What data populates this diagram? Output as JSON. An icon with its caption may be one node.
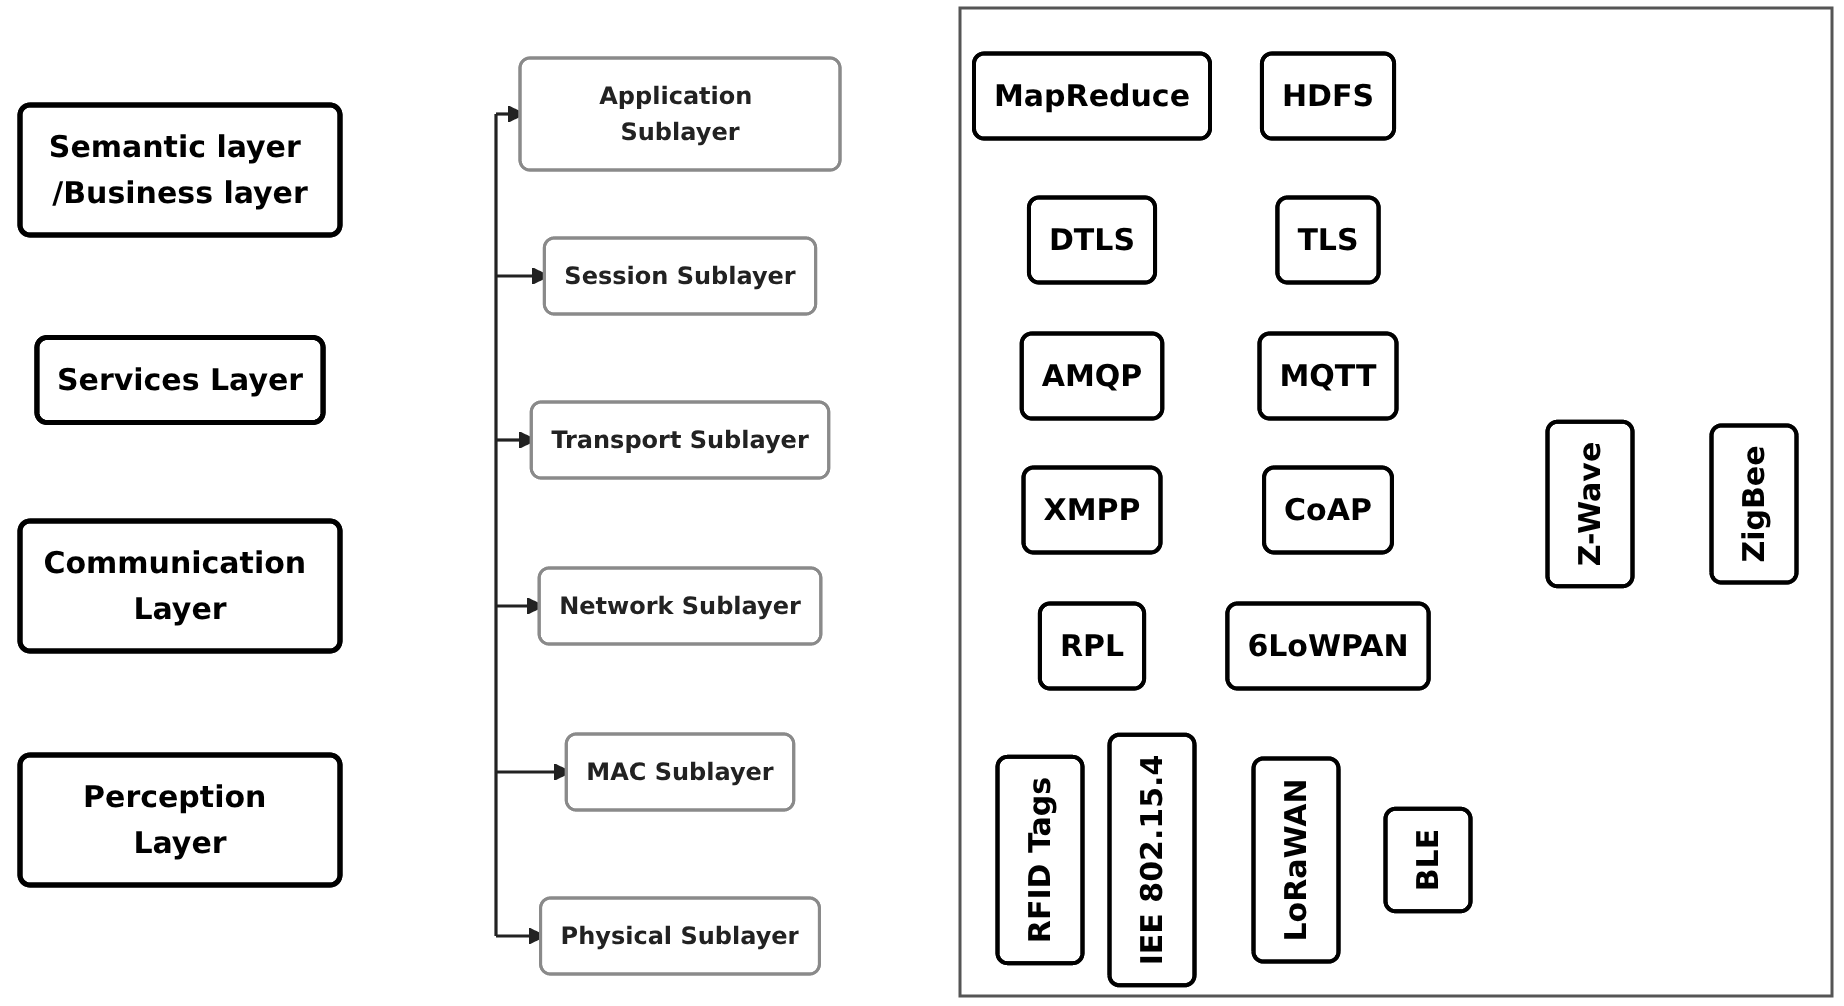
{
  "diagram": {
    "nodes": [
      {
        "text": [
          "Semantic layer /Business layer"
        ]
      },
      {
        "text": [
          "Services Layer"
        ]
      },
      {
        "text": [
          "Communication Layer"
        ]
      },
      {
        "text": [
          "Perception Layer"
        ]
      },
      {
        "text": [
          "Application Sublayer"
        ]
      },
      {
        "text": [
          "Session Sublayer"
        ]
      },
      {
        "text": [
          "Transport Sublayer"
        ]
      },
      {
        "text": [
          "Network Sublayer"
        ]
      },
      {
        "text": [
          "MAC Sublayer"
        ]
      },
      {
        "text": [
          "Physical Sublayer"
        ]
      },
      {
        "text": [],
        "shape": "box"
      },
      {
        "text": [
          "MapReduce"
        ],
        "in": 10
      },
      {
        "text": [
          "HDFS"
        ],
        "in": 10
      },
      {
        "text": [
          "Z-Wave"
        ],
        "in": 10
      },
      {
        "text": [
          "ZigBee"
        ],
        "in": 10
      },
      {
        "text": [
          "DTLS"
        ],
        "in": 10
      },
      {
        "text": [
          "TLS"
        ],
        "in": 10
      },
      {
        "text": [
          "AMQP"
        ],
        "in": 10
      },
      {
        "text": [
          "MQTT"
        ],
        "in": 10
      },
      {
        "text": [
          "XMPP"
        ],
        "in": 10
      },
      {
        "text": [
          "CoAP"
        ],
        "in": 10
      },
      {
        "text": [
          "RPL"
        ],
        "in": 10
      },
      {
        "text": [
          "6LoWPAN"
        ],
        "in": 10
      },
      {
        "text": [
          "RFID Tags"
        ],
        "in": 10
      },
      {
        "text": [
          "IEE 802.15.4"
        ],
        "in": 10
      },
      {
        "text": [
          "LoRaWAN"
        ],
        "in": 10
      },
      {
        "text": [
          "BLE"
        ],
        "in": 10
      }
    ],
    "edges": [
      {
        "from": null,
        "to": 4,
        "arrow": "to"
      },
      {
        "from": null,
        "to": 5,
        "arrow": "to"
      },
      {
        "from": null,
        "to": 6,
        "arrow": "to"
      },
      {
        "from": null,
        "to": 7,
        "arrow": "to"
      },
      {
        "from": null,
        "to": 8,
        "arrow": "to"
      },
      {
        "from": null,
        "to": 9,
        "arrow": "to"
      }
    ]
  }
}
